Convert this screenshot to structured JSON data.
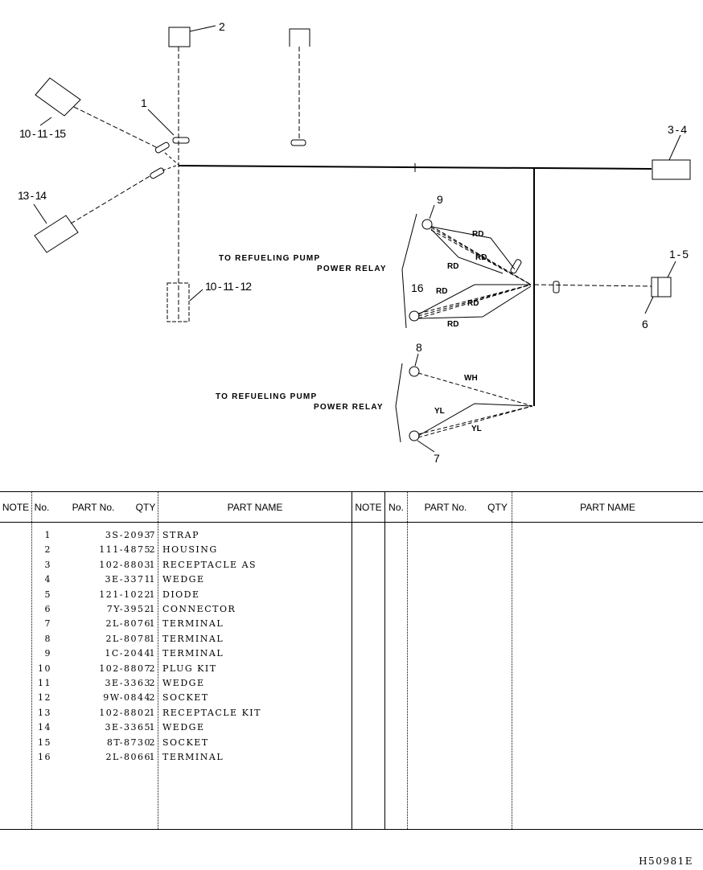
{
  "diagram": {
    "callouts": {
      "c2": "2",
      "c1": "1",
      "c10_11_15": "10 - 11 - 15",
      "c13_14": "13 - 14",
      "c10_11_12": "10 - 11 - 12",
      "c3_4": "3 - 4",
      "c9": "9",
      "c16": "16",
      "c1_5": "1 - 5",
      "c6": "6",
      "c8": "8",
      "c7": "7"
    },
    "relay_top": {
      "line1": "TO REFUELING PUMP",
      "line2": "POWER RELAY"
    },
    "relay_bottom": {
      "line1": "TO REFUELING PUMP",
      "line2": "POWER RELAY"
    },
    "wire_labels": {
      "rd1": "RD",
      "rd2": "RD",
      "rd3": "RD",
      "rd4": "RD",
      "rd5": "RD",
      "rd6": "RD",
      "wh": "WH",
      "yl1": "YL",
      "yl2": "YL"
    }
  },
  "table": {
    "headers": {
      "note_l": "NOTE",
      "no_l": "No.",
      "pn_l": "PART No.",
      "qty_l": "QTY",
      "name_l": "PART NAME",
      "note_r": "NOTE",
      "no_r": "No.",
      "pn_r": "PART No.",
      "qty_r": "QTY",
      "name_r": "PART NAME"
    },
    "rows": [
      {
        "no": "1",
        "part_no": "3S-2093",
        "qty": "7",
        "name": "STRAP"
      },
      {
        "no": "2",
        "part_no": "111-4875",
        "qty": "2",
        "name": "HOUSING"
      },
      {
        "no": "3",
        "part_no": "102-8803",
        "qty": "1",
        "name": "RECEPTACLE AS"
      },
      {
        "no": "4",
        "part_no": "3E-3371",
        "qty": "1",
        "name": "WEDGE"
      },
      {
        "no": "5",
        "part_no": "121-1022",
        "qty": "1",
        "name": "DIODE"
      },
      {
        "no": "6",
        "part_no": "7Y-3952",
        "qty": "1",
        "name": "CONNECTOR"
      },
      {
        "no": "7",
        "part_no": "2L-8076",
        "qty": "1",
        "name": "TERMINAL"
      },
      {
        "no": "8",
        "part_no": "2L-8078",
        "qty": "1",
        "name": "TERMINAL"
      },
      {
        "no": "9",
        "part_no": "1C-2044",
        "qty": "1",
        "name": "TERMINAL"
      },
      {
        "no": "10",
        "part_no": "102-8807",
        "qty": "2",
        "name": "PLUG KIT"
      },
      {
        "no": "11",
        "part_no": "3E-3363",
        "qty": "2",
        "name": "WEDGE"
      },
      {
        "no": "12",
        "part_no": "9W-0844",
        "qty": "2",
        "name": "SOCKET"
      },
      {
        "no": "13",
        "part_no": "102-8802",
        "qty": "1",
        "name": "RECEPTACLE KIT"
      },
      {
        "no": "14",
        "part_no": "3E-3365",
        "qty": "1",
        "name": "WEDGE"
      },
      {
        "no": "15",
        "part_no": "8T-8730",
        "qty": "2",
        "name": "SOCKET"
      },
      {
        "no": "16",
        "part_no": "2L-8066",
        "qty": "1",
        "name": "TERMINAL"
      }
    ]
  },
  "footer": {
    "code": "H50981E"
  }
}
